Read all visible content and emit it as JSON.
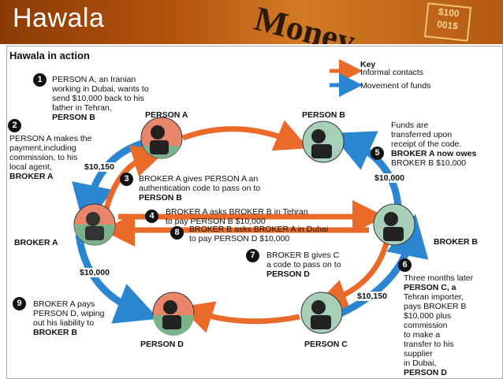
{
  "slide_title": "Hawala",
  "background_word": "Money",
  "bill_text": "$100 001$",
  "heading": "Hawala in action",
  "key": {
    "title": "Key",
    "informal": "Informal contacts",
    "funds": "Movement of funds",
    "colors": {
      "informal": "#ea6a2a",
      "funds": "#2a86d0"
    }
  },
  "nodes": {
    "person_a": "PERSON A",
    "person_b": "PERSON B",
    "broker_a": "BROKER A",
    "broker_b": "BROKER B",
    "person_c": "PERSON C",
    "person_d": "PERSON D"
  },
  "steps": [
    {
      "n": "1",
      "lines": [
        "PERSON A, an Iranian",
        "working in Dubai, wants to",
        "send $10,000 back to his",
        "father in Tehran,",
        "PERSON B"
      ]
    },
    {
      "n": "2",
      "lines": [
        "PERSON A makes the",
        "payment,including",
        "commission, to his",
        "local agent,",
        "BROKER A"
      ]
    },
    {
      "n": "3",
      "lines": [
        "BROKER A gives PERSON A an",
        "authentication code to pass on to",
        "PERSON B"
      ]
    },
    {
      "n": "4",
      "lines": [
        "BROKER A asks BROKER B in Tehran",
        "to pay PERSON B $10,000"
      ]
    },
    {
      "n": "5",
      "lines": [
        "Funds are",
        "transferred upon",
        "receipt of the code.",
        "BROKER A now owes",
        "BROKER B $10,000"
      ]
    },
    {
      "n": "6",
      "lines": [
        "Three months later",
        "PERSON C, a",
        "Tehran importer,",
        "pays BROKER B",
        "$10,000 plus",
        "commission",
        "to make a",
        "transfer to his",
        "supplier",
        "in Dubai,",
        "PERSON D"
      ]
    },
    {
      "n": "7",
      "lines": [
        "BROKER B gives C",
        "a  code to pass on to",
        "PERSON D"
      ]
    },
    {
      "n": "8",
      "lines": [
        "BROKER B asks BROKER A in Dubai",
        "to pay PERSON D $10,000"
      ]
    },
    {
      "n": "9",
      "lines": [
        "BROKER A pays",
        "PERSON D, wiping",
        "out his liability to",
        "BROKER B"
      ]
    }
  ],
  "amounts": {
    "a_to_broker_a": "$10,150",
    "broker_b_to_b": "$10,000",
    "broker_a_to_d": "$10,000",
    "c_to_broker_b": "$10,150"
  }
}
